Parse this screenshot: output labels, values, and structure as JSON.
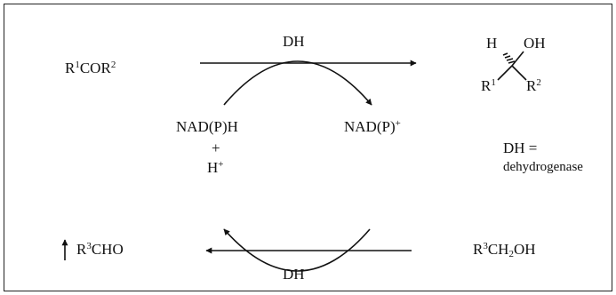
{
  "reaction": {
    "top_enzyme": "DH",
    "bottom_enzyme": "DH",
    "substrate": {
      "r1": "R",
      "s1": "1",
      "mid": "COR",
      "s2": "2"
    },
    "product": {
      "h": "H",
      "oh": "OH",
      "r1": "R",
      "s1": "1",
      "r2": "R",
      "s2": "2"
    },
    "cofactor_left": {
      "line1": "NAD(P)H",
      "plus": "+",
      "hplus": "H",
      "hplus_sup": "+"
    },
    "cofactor_right": {
      "text": "NAD(P)",
      "sup": "+"
    },
    "cosubstrate_alcohol": {
      "r": "R",
      "s": "3",
      "mid": "CH",
      "sub": "2",
      "end": "OH"
    },
    "cosubstrate_aldehyde": {
      "r": "R",
      "s": "3",
      "end": "CHO"
    },
    "legend": {
      "line1": "DH =",
      "line2": "dehydrogenase"
    }
  }
}
